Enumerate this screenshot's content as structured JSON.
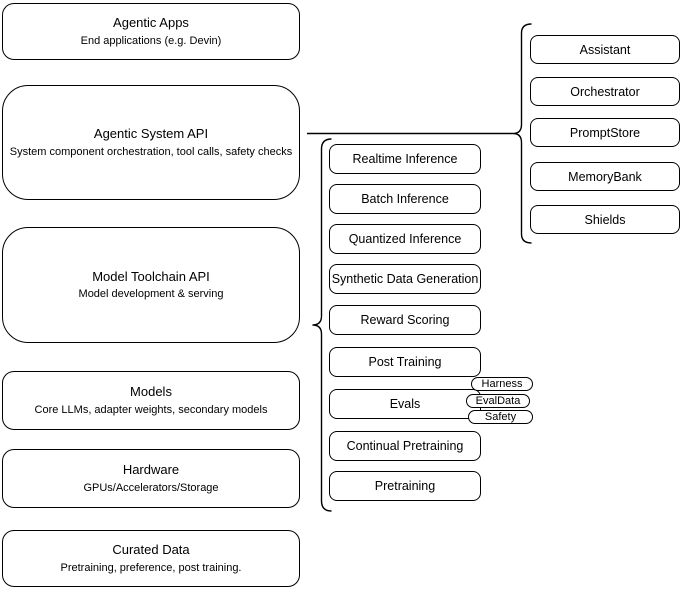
{
  "diagram": {
    "left_stack": [
      {
        "title": "Agentic Apps",
        "subtitle": "End applications (e.g. Devin)"
      },
      {
        "title": "Agentic System API",
        "subtitle": "System component orchestration, tool calls, safety checks"
      },
      {
        "title": "Model Toolchain API",
        "subtitle": "Model development & serving"
      },
      {
        "title": "Models",
        "subtitle": "Core LLMs, adapter weights, secondary models"
      },
      {
        "title": "Hardware",
        "subtitle": "GPUs/Accelerators/Storage"
      },
      {
        "title": "Curated Data",
        "subtitle": "Pretraining, preference, post training."
      }
    ],
    "toolchain_services": [
      "Realtime Inference",
      "Batch Inference",
      "Quantized Inference",
      "Synthetic Data Generation",
      "Reward Scoring",
      "Post Training",
      "Evals",
      "Continual Pretraining",
      "Pretraining"
    ],
    "eval_components": [
      "Harness",
      "EvalData",
      "Safety"
    ],
    "system_components": [
      "Assistant",
      "Orchestrator",
      "PromptStore",
      "MemoryBank",
      "Shields"
    ],
    "colors": {
      "stroke": "#000000",
      "fill": "#ffffff",
      "text": "#000000",
      "background": "#ffffff"
    }
  }
}
